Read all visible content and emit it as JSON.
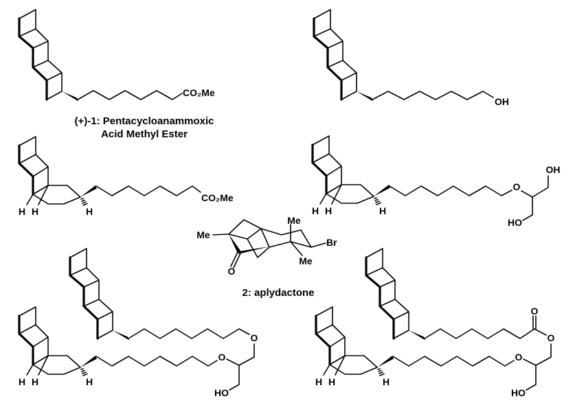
{
  "compounds": {
    "c1": {
      "caption_line1": "(+)-1: Pentacycloanammoxic",
      "caption_line2": "Acid Methyl Ester",
      "end_group": "CO₂Me"
    },
    "c2": {
      "end_group": "OH"
    },
    "c3": {
      "end_group": "CO₂Me",
      "h1": "H",
      "h2": "H",
      "h3": "H"
    },
    "c4": {
      "h1": "H",
      "h2": "H",
      "h3": "H",
      "o_ether": "O",
      "oh_top": "OH",
      "ho_bottom": "HO"
    },
    "aplydactone": {
      "caption": "2: aplydactone",
      "me_left": "Me",
      "me_top": "Me",
      "me_bottom": "Me",
      "br": "Br",
      "o": "O"
    },
    "c5": {
      "h1": "H",
      "h2": "H",
      "h3": "H",
      "o_upper": "O",
      "o_lower": "O",
      "ho": "HO"
    },
    "c6": {
      "h1": "H",
      "h2": "H",
      "h3": "H",
      "o_carbonyl": "O",
      "o_ester": "O",
      "o_ether": "O",
      "ho": "HO"
    }
  }
}
